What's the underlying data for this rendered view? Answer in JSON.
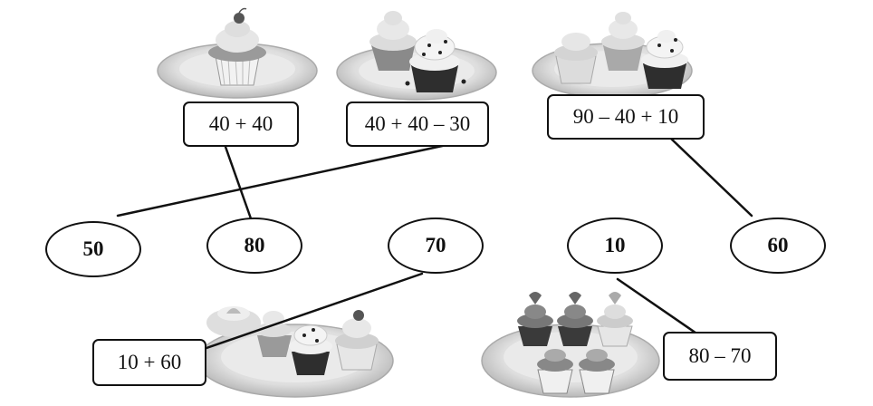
{
  "expressions": [
    {
      "id": "e1",
      "text": "40 + 40"
    },
    {
      "id": "e2",
      "text": "40 + 40 – 30"
    },
    {
      "id": "e3",
      "text": "90 – 40 + 10"
    },
    {
      "id": "e4",
      "text": "10 + 60"
    },
    {
      "id": "e5",
      "text": "80 – 70"
    }
  ],
  "answers": [
    {
      "id": "a1",
      "text": "50"
    },
    {
      "id": "a2",
      "text": "80"
    },
    {
      "id": "a3",
      "text": "70"
    },
    {
      "id": "a4",
      "text": "10"
    },
    {
      "id": "a5",
      "text": "60"
    }
  ],
  "colors": {
    "line": "#111111",
    "plate_rim": "#d6d6d6",
    "plate_inner": "#ececec",
    "cupcake_dark": "#3a3a3a",
    "cupcake_light": "#c9c9c9",
    "frosting": "#e2e2e2"
  }
}
